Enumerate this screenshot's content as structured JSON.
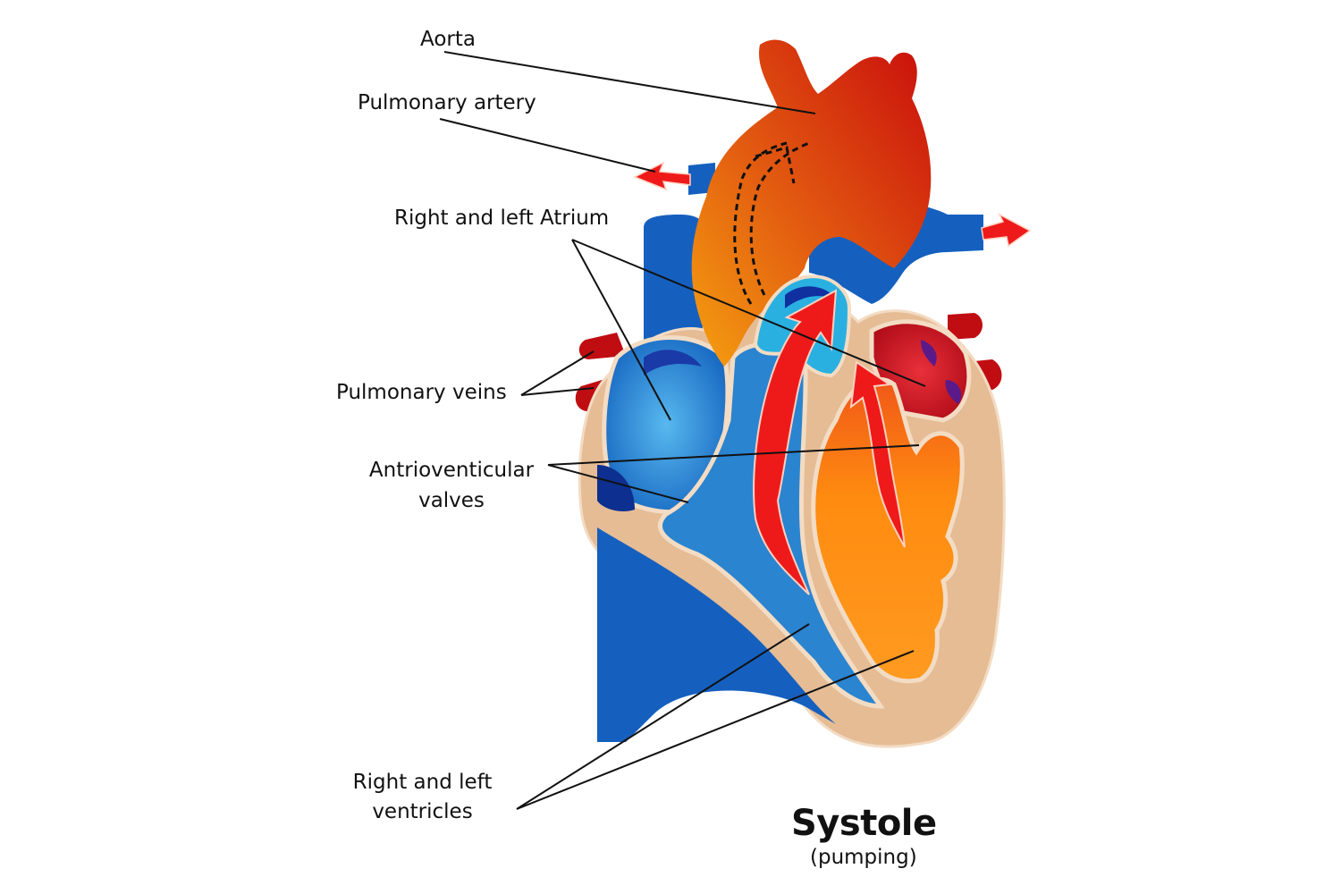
{
  "labels": {
    "aorta": "Aorta",
    "pulmonary_artery": "Pulmonary artery",
    "atrium": "Right and left Atrium",
    "pulmonary_veins": "Pulmonary veins",
    "av_valves_line1": "Antrioventicular",
    "av_valves_line2": "valves",
    "ventricles_line1": "Right and left",
    "ventricles_line2": "ventricles"
  },
  "title": {
    "main": "Systole",
    "sub": "(pumping)"
  },
  "colors": {
    "deoxygenated": "#1565c0",
    "oxygenated": "#cc1010",
    "tissue": "#e8bf98",
    "left_ventricle": "#ff8a10",
    "flow_arrow": "#ee1a1a"
  }
}
